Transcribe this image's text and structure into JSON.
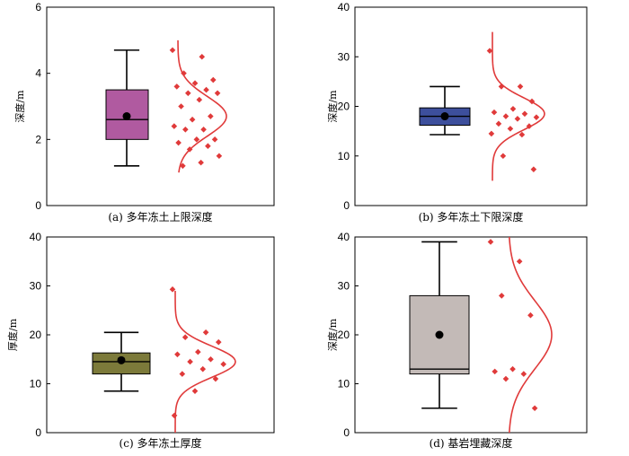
{
  "chart_data": [
    {
      "type": "boxplot",
      "caption": "(a) 多年冻土上限深度",
      "ylabel": "深度/m",
      "ylim": [
        0,
        6
      ],
      "yticks": [
        0,
        2,
        4,
        6
      ],
      "box_color": "#b05aa0",
      "stats": {
        "min": 1.2,
        "q1": 2.0,
        "median": 2.6,
        "q3": 3.5,
        "max": 4.7,
        "mean": 2.7
      },
      "points": [
        4.7,
        4.5,
        4.0,
        3.8,
        3.7,
        3.6,
        3.5,
        3.4,
        3.4,
        3.2,
        3.0,
        2.7,
        2.6,
        2.4,
        2.3,
        2.3,
        2.0,
        2.0,
        1.9,
        1.8,
        1.7,
        1.5,
        1.3,
        1.2
      ],
      "curve": {
        "mean": 2.7,
        "sd": 0.6,
        "from": 1.0,
        "to": 5.0
      }
    },
    {
      "type": "boxplot",
      "caption": "(b) 多年冻土下限深度",
      "ylabel": "深度/m",
      "ylim": [
        0,
        40
      ],
      "yticks": [
        0,
        10,
        20,
        30,
        40
      ],
      "box_color": "#3d4f9c",
      "stats": {
        "min": 14.3,
        "q1": 16.2,
        "median": 18.0,
        "q3": 19.7,
        "max": 24.0,
        "mean": 18.0
      },
      "points": [
        31.2,
        24.0,
        24.0,
        21.0,
        19.5,
        18.8,
        18.5,
        18.0,
        17.8,
        17.5,
        16.5,
        16.0,
        15.5,
        14.5,
        14.3,
        10.0,
        7.3
      ],
      "curve": {
        "mean": 18.5,
        "sd": 3.2,
        "from": 5.0,
        "to": 35.0
      }
    },
    {
      "type": "boxplot",
      "caption": "(c) 多年冻土厚度",
      "ylabel": "厚度/m",
      "ylim": [
        0,
        40
      ],
      "yticks": [
        0,
        10,
        20,
        30,
        40
      ],
      "box_color": "#7c7a3a",
      "stats": {
        "min": 8.5,
        "q1": 12.0,
        "median": 14.5,
        "q3": 16.3,
        "max": 20.5,
        "mean": 14.8
      },
      "points": [
        29.3,
        20.5,
        19.5,
        18.5,
        16.5,
        16.0,
        15.0,
        14.5,
        14.0,
        13.0,
        12.0,
        11.0,
        8.5,
        3.5
      ],
      "curve": {
        "mean": 14.5,
        "sd": 3.2,
        "from": 0.0,
        "to": 29.0
      }
    },
    {
      "type": "boxplot",
      "caption": "(d) 基岩埋藏深度",
      "ylabel": "深度/m",
      "ylim": [
        0,
        40
      ],
      "yticks": [
        0,
        10,
        20,
        30,
        40
      ],
      "box_color": "#c3bab7",
      "stats": {
        "min": 5.0,
        "q1": 12.0,
        "median": 13.0,
        "q3": 28.0,
        "max": 39.0,
        "mean": 20.0
      },
      "points": [
        39.0,
        35.0,
        28.0,
        24.0,
        13.0,
        12.5,
        12.0,
        11.0,
        5.0
      ],
      "curve": {
        "mean": 20.0,
        "sd": 7.0,
        "from": 0.0,
        "to": 40.0
      }
    }
  ],
  "colors": {
    "points": "#e03a3a",
    "curve": "#e03a3a",
    "mean": "#000000"
  }
}
